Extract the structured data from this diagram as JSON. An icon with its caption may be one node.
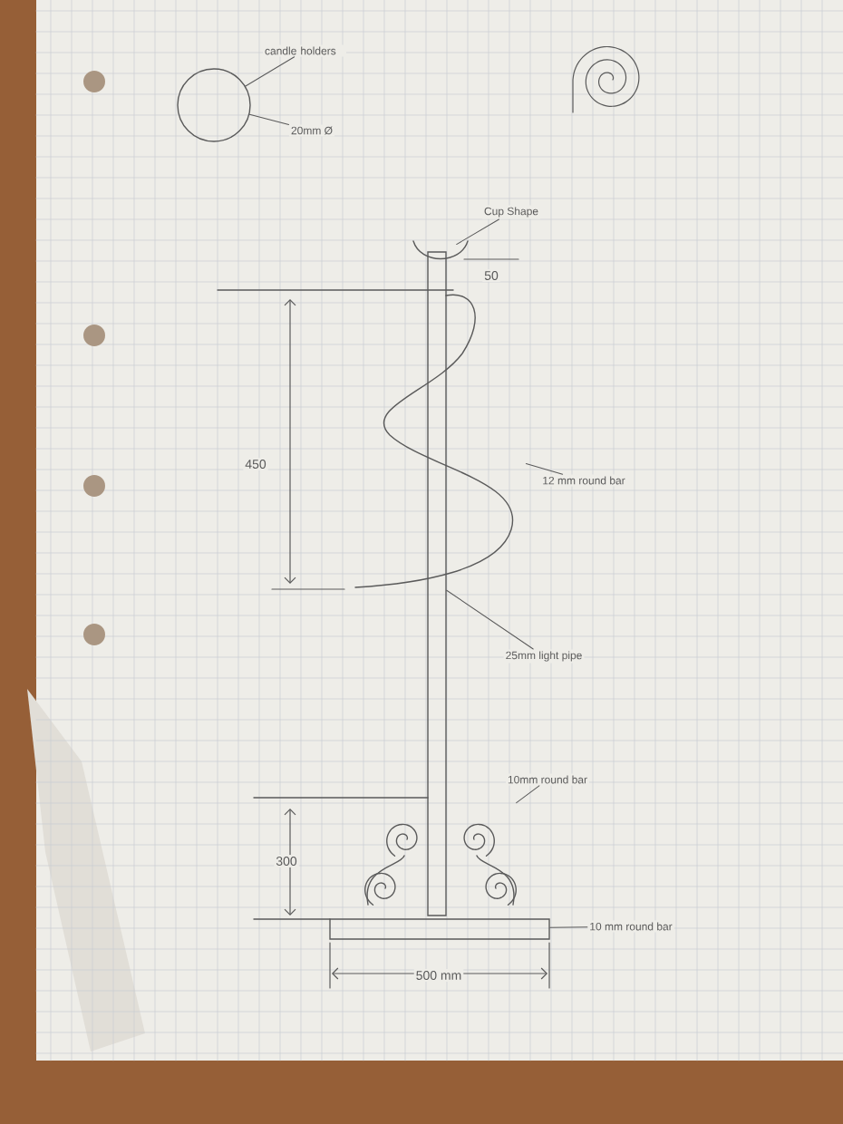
{
  "diagram": {
    "nodes": [
      {
        "text": [
          "candle holders"
        ]
      },
      {
        "text": [],
        "shape": "circle"
      },
      {
        "text": [
          "20mm Ø"
        ]
      },
      {
        "text": [
          "Cup Shape"
        ]
      },
      {
        "text": [],
        "shape": "picture"
      },
      {
        "text": [
          "12 mm round bar"
        ]
      },
      {
        "text": [],
        "shape": "picture"
      },
      {
        "text": [
          "25mm light pipe"
        ]
      },
      {
        "text": [],
        "shape": "bar"
      },
      {
        "text": [
          "10mm round bar"
        ]
      },
      {
        "text": [],
        "shape": "picture"
      },
      {
        "text": [
          "10 mm round bar"
        ]
      },
      {
        "text": [],
        "shape": "bar"
      }
    ],
    "edges": [
      {
        "from": 0,
        "to": 1,
        "arrow": "none"
      },
      {
        "from": 2,
        "to": 1,
        "arrow": "none"
      },
      {
        "from": 3,
        "to": 4,
        "arrow": "none"
      },
      {
        "from": 5,
        "to": 6,
        "arrow": "none"
      },
      {
        "from": 7,
        "to": 8,
        "arrow": "none"
      },
      {
        "from": 9,
        "to": 10,
        "arrow": "none"
      },
      {
        "from": 11,
        "to": 12,
        "arrow": "none"
      }
    ],
    "labels": [
      "50",
      "450",
      "300",
      "500 mm"
    ]
  }
}
